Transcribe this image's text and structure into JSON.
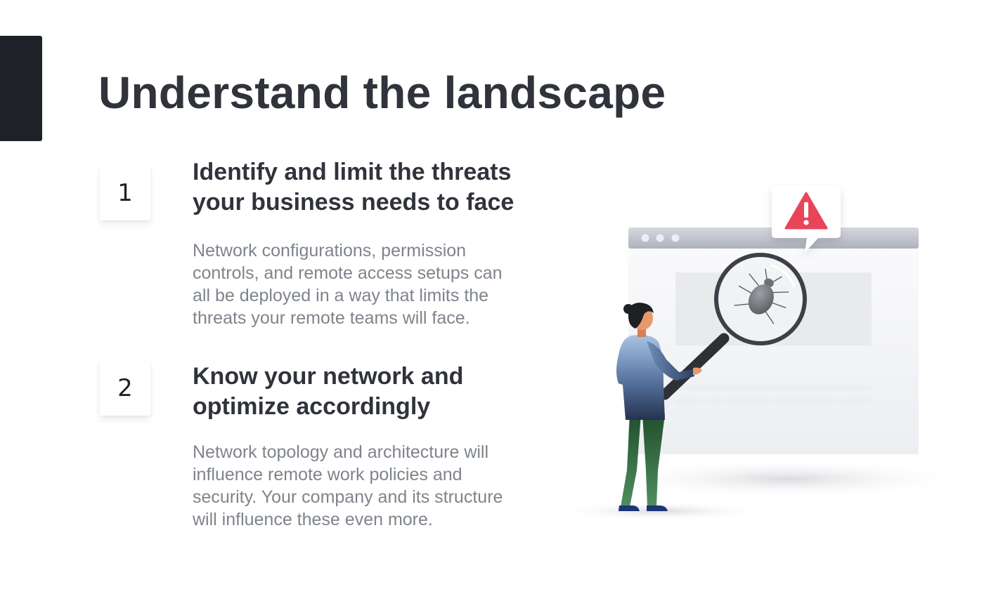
{
  "title": "Understand the landscape",
  "steps": [
    {
      "number": "1",
      "heading_line1": "Identify and limit the threats",
      "heading_line2": "your business needs to face",
      "body_line1": "Network configurations, permission",
      "body_line2": "controls, and remote access setups can",
      "body_line3": "all be deployed in a way that limits the",
      "body_line4": "threats your remote teams will face."
    },
    {
      "number": "2",
      "heading_line1": "Know your network and",
      "heading_line2": "optimize accordingly",
      "body_line1": "Network topology and architecture will",
      "body_line2": "influence remote work policies and",
      "body_line3": "security. Your company and its structure",
      "body_line4": "will influence these even more."
    }
  ],
  "illustration": {
    "icons": [
      "browser-window-icon",
      "warning-triangle-icon",
      "magnifying-glass-icon",
      "bug-icon",
      "person-figure"
    ],
    "colors": {
      "warning": "#e9455a",
      "browser_bar": "#b9bcc6",
      "shirt_top": "#a9c4e2",
      "shirt_bottom": "#26324f",
      "pants": "#2c6a3d",
      "shoes": "#1c3573"
    }
  }
}
